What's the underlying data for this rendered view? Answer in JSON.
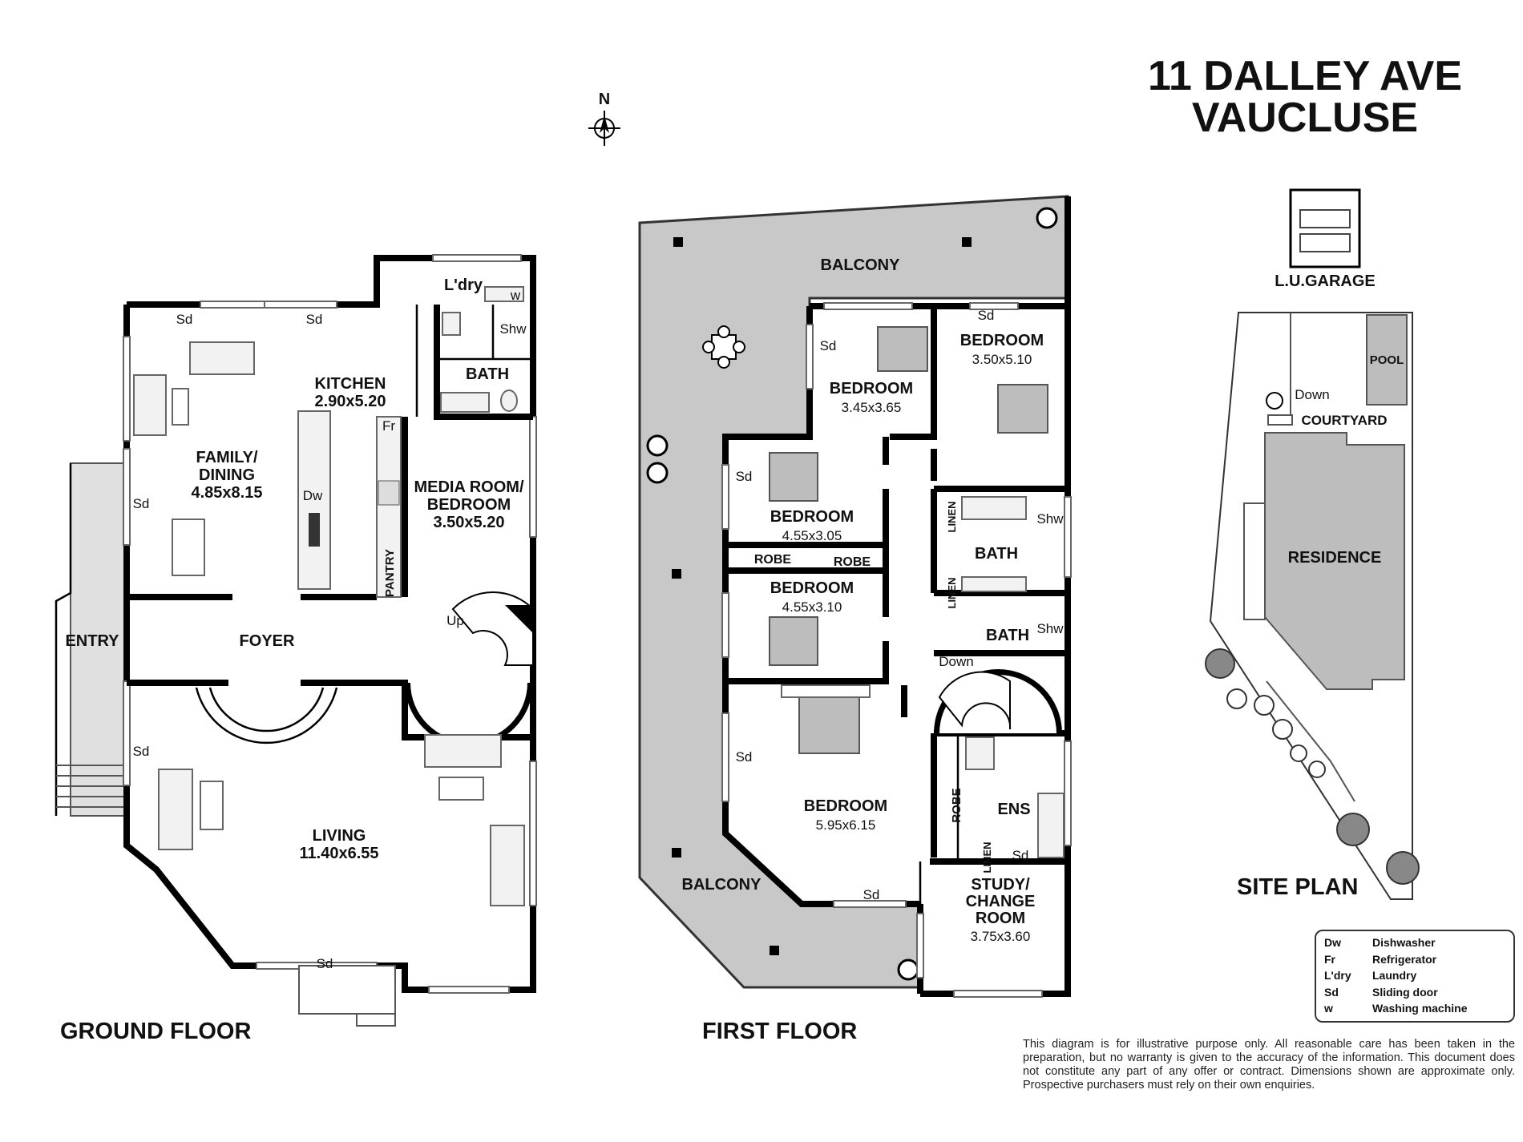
{
  "title": {
    "line1": "11 DALLEY AVE",
    "line2": "VAUCLUSE"
  },
  "north_label": "N",
  "floors": {
    "ground": "GROUND FLOOR",
    "first": "FIRST FLOOR",
    "site": "SITE PLAN"
  },
  "ground_rooms": [
    {
      "id": "kitchen",
      "name": "KITCHEN",
      "size": "2.90x5.20"
    },
    {
      "id": "family",
      "name": "FAMILY/",
      "name2": "DINING",
      "size": "4.85x8.15"
    },
    {
      "id": "media",
      "name": "MEDIA ROOM/",
      "name2": "BEDROOM",
      "size": "3.50x5.20"
    },
    {
      "id": "living",
      "name": "LIVING",
      "size": "11.40x6.55"
    },
    {
      "id": "foyer",
      "name": "FOYER"
    },
    {
      "id": "entry",
      "name": "ENTRY"
    },
    {
      "id": "bath",
      "name": "BATH"
    },
    {
      "id": "laundry",
      "name": "L'dry"
    }
  ],
  "first_rooms": [
    {
      "id": "bed1",
      "name": "BEDROOM",
      "size": "3.45x3.65"
    },
    {
      "id": "bed2",
      "name": "BEDROOM",
      "size": "3.50x5.10"
    },
    {
      "id": "bed3",
      "name": "BEDROOM",
      "size": "4.55x3.05"
    },
    {
      "id": "bed4",
      "name": "BEDROOM",
      "size": "4.55x3.10"
    },
    {
      "id": "bed5",
      "name": "BEDROOM",
      "size": "5.95x6.15"
    },
    {
      "id": "study",
      "name": "STUDY/",
      "name2": "CHANGE",
      "name3": "ROOM",
      "size": "3.75x3.60"
    },
    {
      "id": "bath1",
      "name": "BATH"
    },
    {
      "id": "bath2",
      "name": "BATH"
    },
    {
      "id": "ens",
      "name": "ENS"
    },
    {
      "id": "balc1",
      "name": "BALCONY"
    },
    {
      "id": "balc2",
      "name": "BALCONY"
    },
    {
      "id": "robe1",
      "name": "ROBE"
    },
    {
      "id": "robe2",
      "name": "ROBE"
    },
    {
      "id": "robe3",
      "name": "ROBE"
    }
  ],
  "site_labels": {
    "garage": "L.U.GARAGE",
    "pool": "POOL",
    "courtyard": "COURTYARD",
    "residence": "RESIDENCE",
    "down": "Down"
  },
  "small_labels": {
    "sd": "Sd",
    "fr": "Fr",
    "dw": "Dw",
    "w": "w",
    "shw": "Shw",
    "pantry": "PANTRY",
    "up": "Up",
    "down": "Down",
    "linen": "LINEN"
  },
  "legend": [
    {
      "key": "Dw",
      "value": "Dishwasher"
    },
    {
      "key": "Fr",
      "value": "Refrigerator"
    },
    {
      "key": "L'dry",
      "value": "Laundry"
    },
    {
      "key": "Sd",
      "value": "Sliding door"
    },
    {
      "key": "w",
      "value": "Washing machine"
    }
  ],
  "disclaimer": "This diagram is for illustrative purpose only. All reasonable care has been taken in the preparation, but no warranty is given to the accuracy of the information. This document does not constitute any part of any offer or contract. Dimensions shown are approximate only. Prospective purchasers must rely on their own enquiries.",
  "colors": {
    "wall": "#000000",
    "balcony": "#c8c8c8",
    "fixture": "#bdbdbd"
  }
}
